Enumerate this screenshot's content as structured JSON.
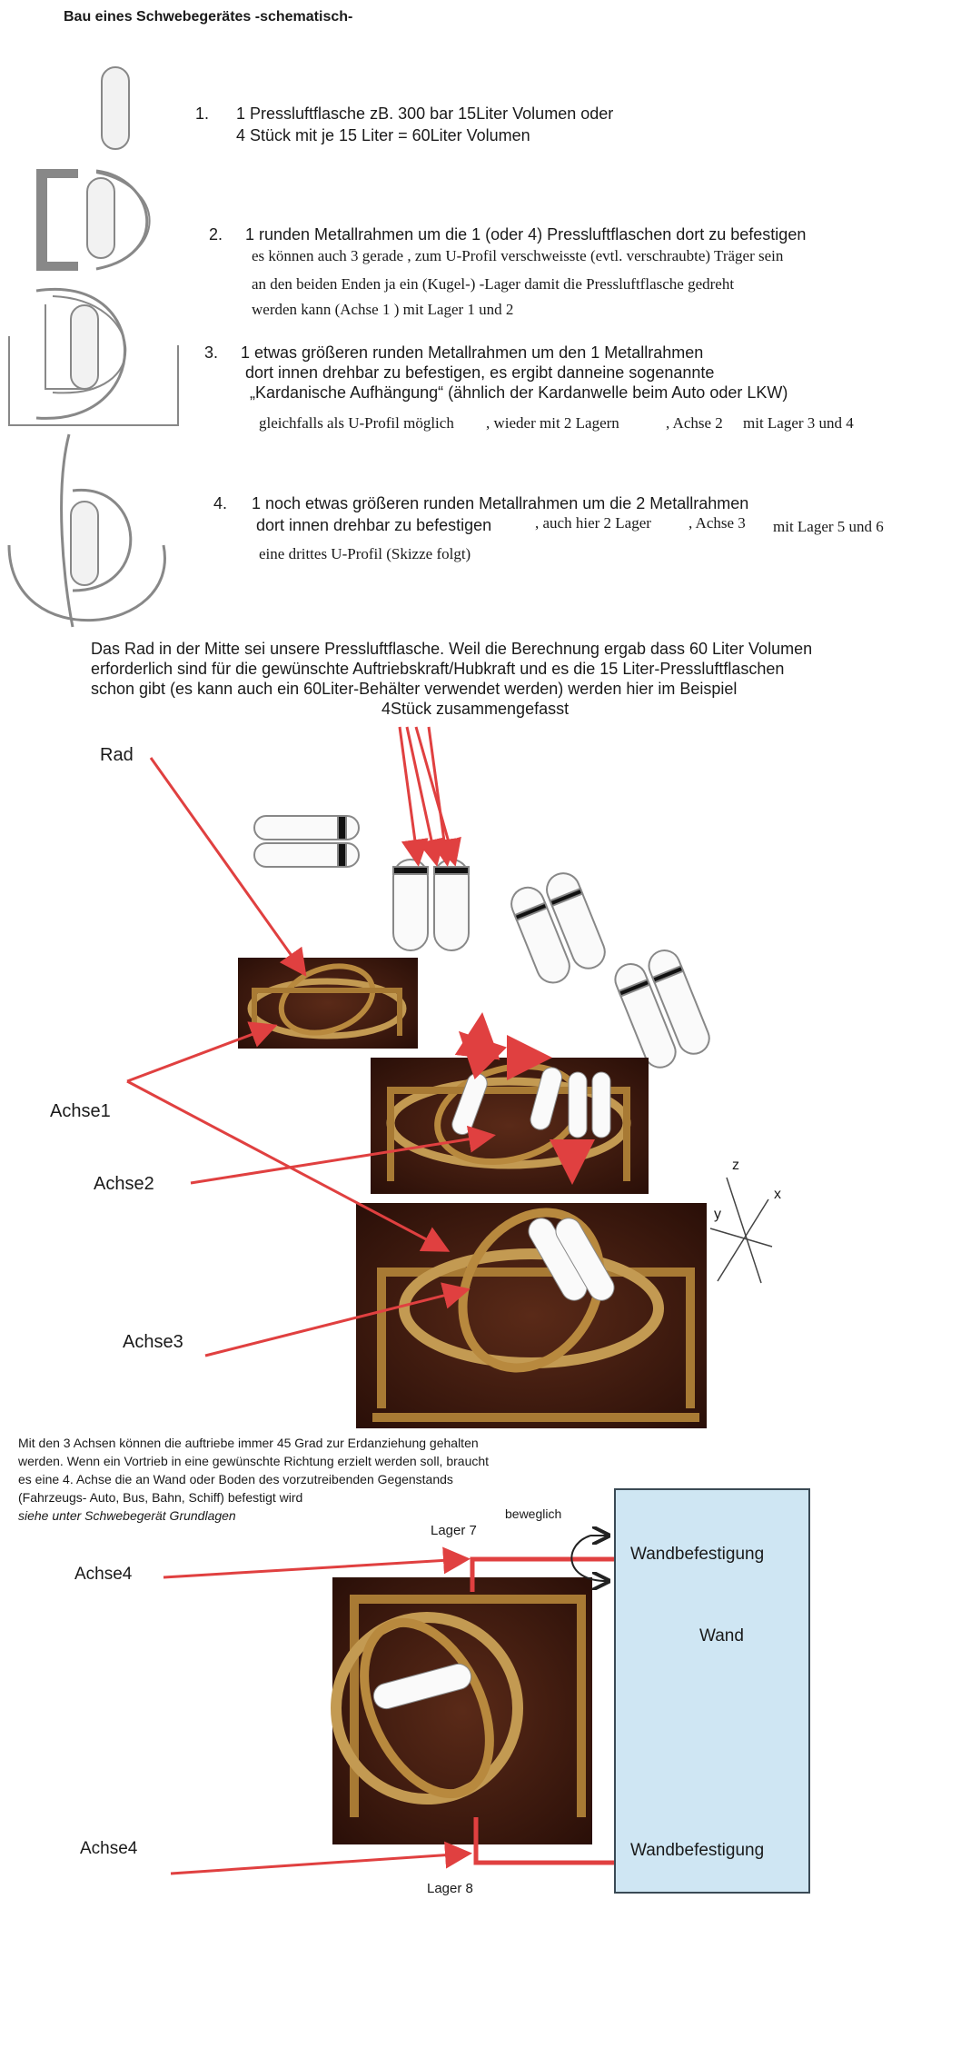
{
  "title": "Bau eines Schwebegerätes -schematisch-",
  "steps": {
    "s1": {
      "num": "1.",
      "line1": "1 Pressluftflasche zB. 300 bar 15Liter Volumen oder",
      "line2": "4 Stück mit je 15 Liter = 60Liter Volumen"
    },
    "s2": {
      "num": "2.",
      "line1": "1 runden Metallrahmen um die 1 (oder 4) Pressluftflaschen dort zu befestigen",
      "line2": "es können auch 3 gerade , zum U-Profil verschweisste (evtl. verschraubte) Träger sein",
      "line3": "an den beiden Enden ja ein (Kugel-) -Lager damit die Pressluftflasche gedreht",
      "line4": "werden kann  (Achse 1 )  mit Lager 1 und 2"
    },
    "s3": {
      "num": "3.",
      "line1": "1 etwas größeren runden Metallrahmen um den 1 Metallrahmen",
      "line2": "dort innen drehbar zu befestigen, es ergibt danneine sogenannte",
      "line3": "„Kardanische  Aufhängung“ (ähnlich der Kardanwelle beim Auto oder LKW)",
      "line4a": "gleichfalls als U-Profil möglich",
      "line4b": ", wieder mit 2 Lagern",
      "line4c": ", Achse 2",
      "line4d": "mit Lager 3 und 4"
    },
    "s4": {
      "num": "4.",
      "line1": "1 noch etwas größeren runden Metallrahmen um die 2 Metallrahmen",
      "line2a": "dort  innen drehbar zu befestigen",
      "line2b": ", auch hier 2 Lager",
      "line2c": ", Achse 3",
      "line2d": "mit Lager 5 und 6",
      "line3": "eine drittes U-Profil  (Skizze folgt)"
    }
  },
  "paragraph": {
    "line1": "Das Rad in der Mitte sei unsere Pressluftflasche. Weil die Berechnung ergab dass 60 Liter Volumen",
    "line2": "erforderlich sind für die gewünschte Auftriebskraft/Hubkraft und es die 15 Liter-Pressluftflaschen",
    "line3": "schon gibt (es kann auch ein 60Liter-Behälter verwendet werden) werden hier im Beispiel",
    "line4": "4Stück zusammengefasst"
  },
  "labels": {
    "rad": "Rad",
    "achse1": "Achse1",
    "achse2": "Achse2",
    "achse3": "Achse3",
    "axis_x": "x",
    "axis_y": "y",
    "axis_z": "z"
  },
  "note": {
    "line1": "Mit den 3 Achsen können die auftriebe immer 45 Grad zur Erdanziehung gehalten",
    "line2": "werden. Wenn ein Vortrieb in eine gewünschte Richtung erzielt werden soll, braucht",
    "line3": "es eine 4. Achse die an Wand oder Boden des vorzutreibenden Gegenstands",
    "line4": "(Fahrzeugs- Auto, Bus, Bahn, Schiff) befestigt wird",
    "line5": "siehe unter  Schwebegerät Grundlagen"
  },
  "mount": {
    "lager7": "Lager 7",
    "beweglich": "beweglich",
    "wandbefestigung_top": "Wandbefestigung",
    "wand": "Wand",
    "wandbefestigung_bottom": "Wandbefestigung",
    "achse4_top": "Achse4",
    "achse4_bottom": "Achse4",
    "lager8": "Lager 8"
  },
  "colors": {
    "arrow": "#e04040",
    "gold": "#b8893e",
    "dark_bg": "#3a1a10",
    "wall": "#cfe6f3"
  }
}
